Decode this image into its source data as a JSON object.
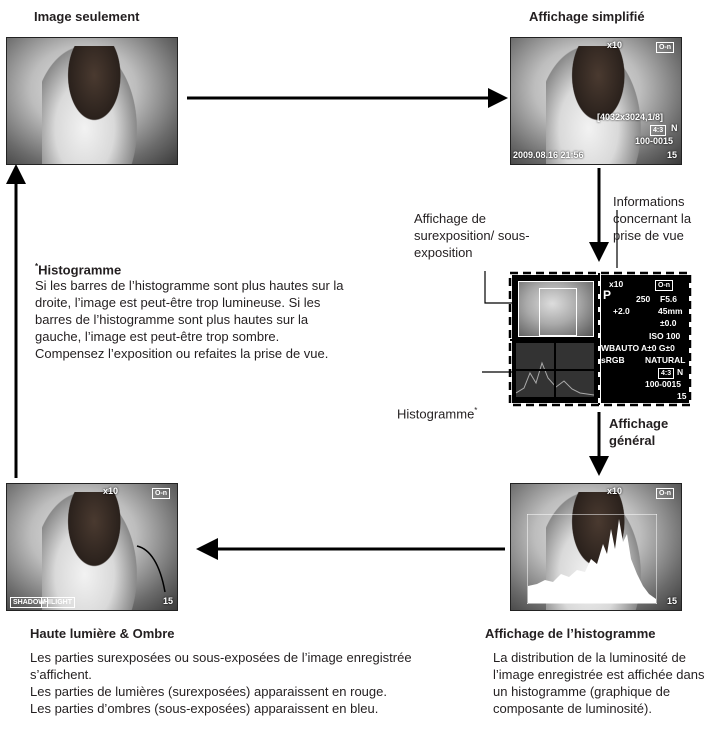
{
  "labels": {
    "image_only": "Image seulement",
    "simplified": "Affichage simplifié",
    "shooting_info": "Informations concernant la prise de vue",
    "overexposure": "Affichage de surexposition/ sous-exposition",
    "histogram_label": "Histogramme",
    "histogram_star": "*",
    "general_display": "Affichage général",
    "highlight_shadow": "Haute lumière & Ombre",
    "histogram_display": "Affichage de l’histogramme"
  },
  "histogram_note": {
    "star": "*",
    "title": "Histogramme",
    "text": "Si les barres de l’histogramme sont plus hautes sur la droite, l’image est peut-être trop lumineuse. Si les barres de l’histogramme sont plus hautes sur la gauche, l’image est peut-être trop sombre. Compensez l’exposition ou refaites la prise de vue."
  },
  "descriptions": {
    "highlight_shadow": "Les parties surexposées ou sous-exposées de l’image enregistrée s’affichent.\nLes parties de lumières (surexposées) apparaissent en rouge.\nLes parties d’ombres (sous-exposées) apparaissent en bleu.",
    "histogram_display": "La distribution de la luminosité de l’image enregistrée est affichée dans un histogramme (graphique de composante de luminosité)."
  },
  "overlays": {
    "print_count": "x10",
    "protect": "O-n",
    "resolution": "[4032x3024,1/8]",
    "aspect": "4:3",
    "quality": "N",
    "folder": "100-0015",
    "datetime": "2009.08.16  21:56",
    "frame": "15",
    "shadow": "SHADOW",
    "hilight": "HILIGHT"
  },
  "general_info": {
    "print_count": "x10",
    "mode": "P",
    "shutter": "250",
    "aperture": "F5.6",
    "exp_comp": "+2.0",
    "focal": "45mm",
    "flash_comp": "±0.0",
    "iso": "ISO 100",
    "wb": "WBAUTO",
    "wb_adj": "A±0 G±0",
    "color_space": "sRGB",
    "picture_mode": "NATURAL",
    "aspect": "4:3",
    "quality": "N",
    "folder": "100-0015",
    "frame": "15"
  }
}
